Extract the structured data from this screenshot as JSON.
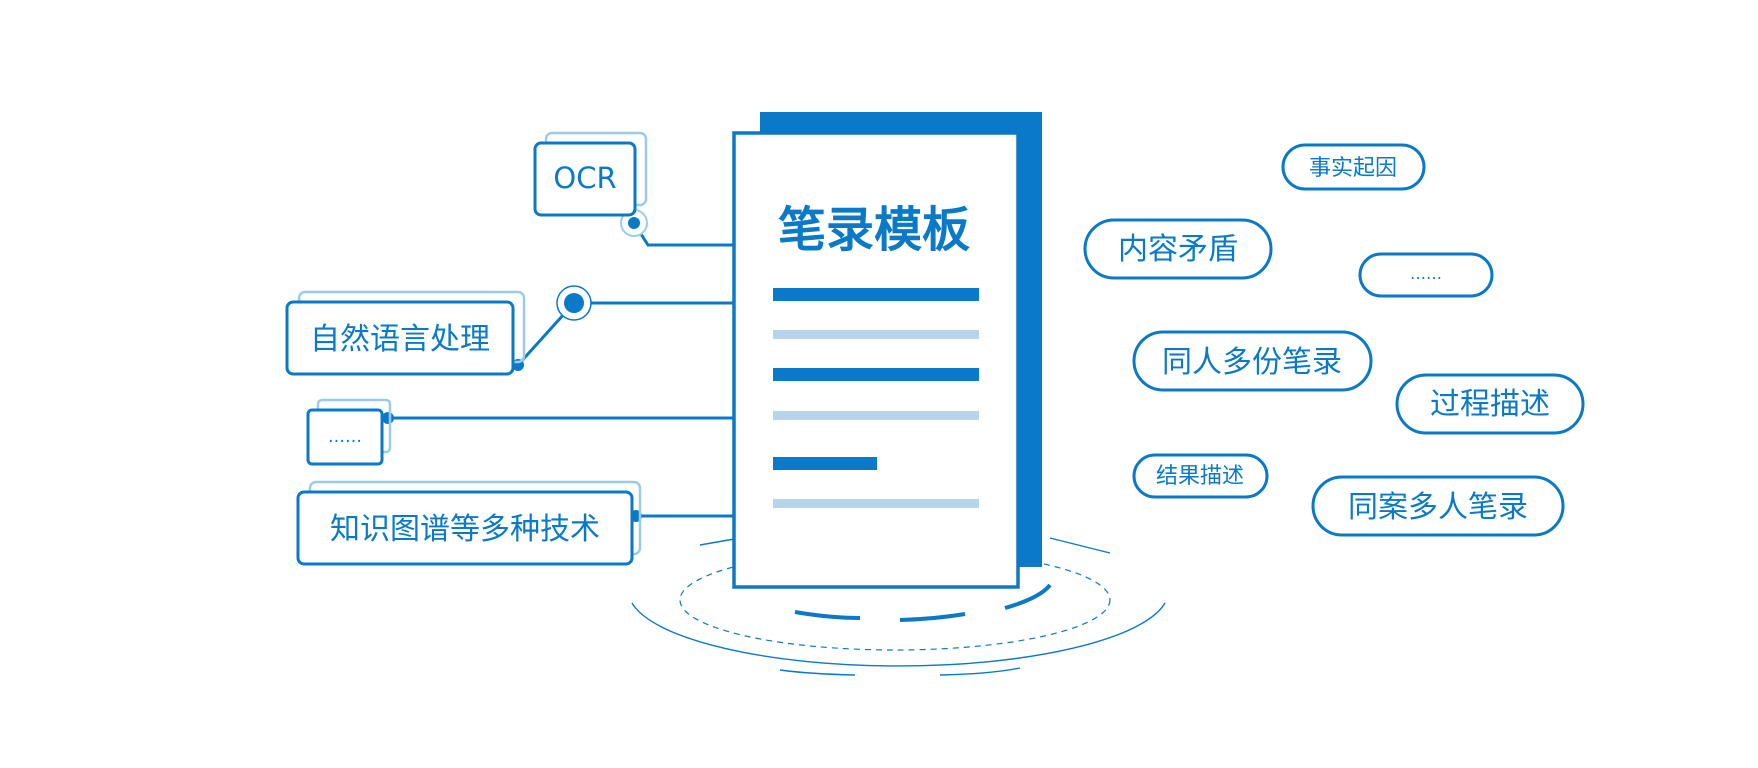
{
  "colors": {
    "primary": "#0A79C7",
    "light": "#9CCBE8",
    "lighter": "#B7D4EC",
    "background": "#FFFFFF"
  },
  "document": {
    "title": "笔录模板"
  },
  "left_techniques": [
    {
      "label": "OCR"
    },
    {
      "label": "自然语言处理"
    },
    {
      "label": "……"
    },
    {
      "label": "知识图谱等多种技术"
    }
  ],
  "right_tags": [
    {
      "label": "事实起因"
    },
    {
      "label": "内容矛盾"
    },
    {
      "label": "……"
    },
    {
      "label": "同人多份笔录"
    },
    {
      "label": "过程描述"
    },
    {
      "label": "结果描述"
    },
    {
      "label": "同案多人笔录"
    }
  ]
}
